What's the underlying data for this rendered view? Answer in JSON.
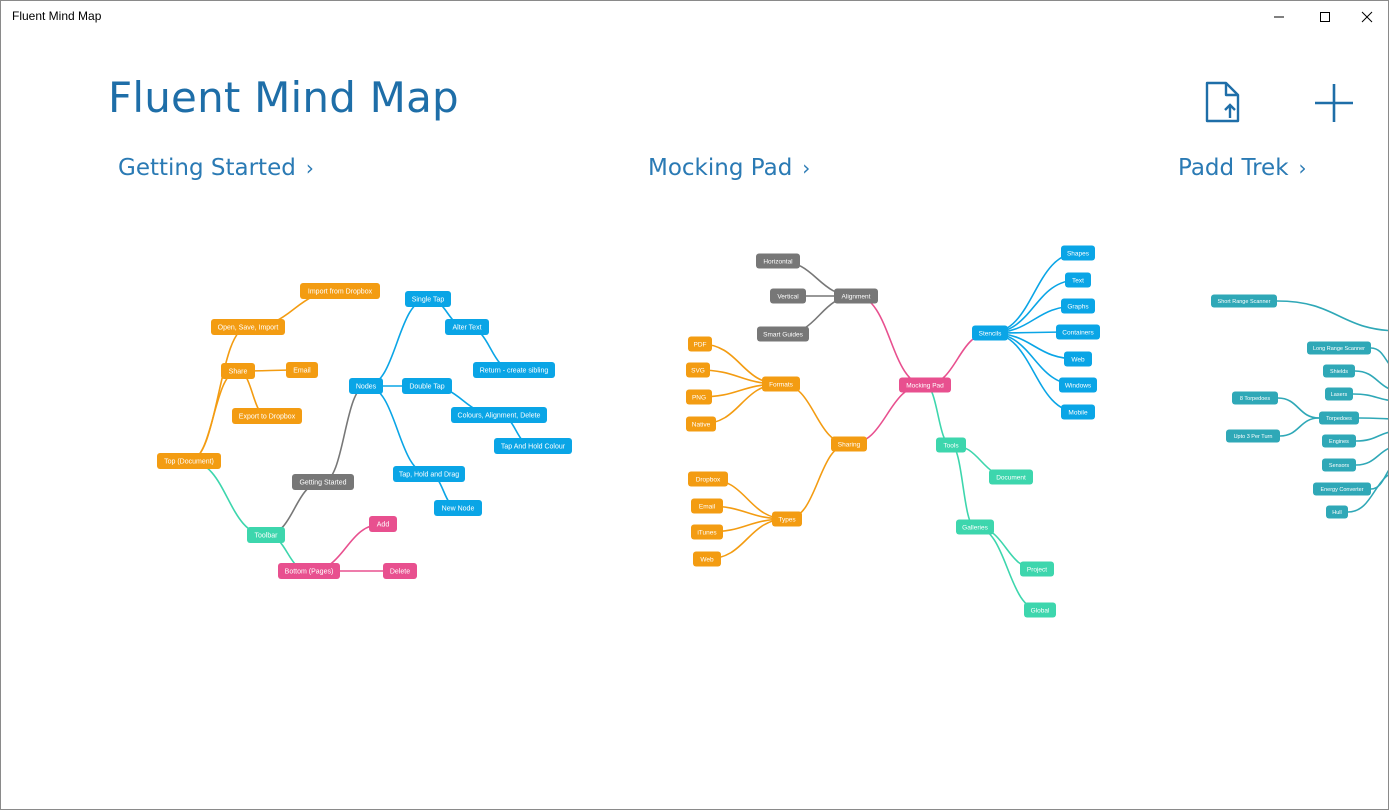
{
  "window": {
    "title": "Fluent Mind Map"
  },
  "header": {
    "title": "Fluent Mind Map"
  },
  "sections": [
    {
      "label": "Getting Started",
      "chevron": "›"
    },
    {
      "label": "Mocking Pad",
      "chevron": "›"
    },
    {
      "label": "Padd Trek",
      "chevron": "›"
    }
  ],
  "colors": {
    "orange": "#f39c12",
    "blue": "#0aa5e6",
    "gray": "#777777",
    "teal": "#3dd6ad",
    "pink": "#e8508f",
    "cyan": "#2fa8b7",
    "accent": "#1e6ea8"
  },
  "map1": {
    "nodes": [
      "Import from Dropbox",
      "Open, Save, Import",
      "Share",
      "Email",
      "Export to Dropbox",
      "Top (Document)",
      "Toolbar",
      "Getting Started",
      "Bottom (Pages)",
      "Add",
      "Delete",
      "Nodes",
      "Single Tap",
      "Alter Text",
      "Return - create sibling",
      "Double Tap",
      "Colours, Alignment, Delete",
      "Tap And Hold Colour",
      "Tap, Hold and Drag",
      "New Node"
    ]
  },
  "map2": {
    "nodes": [
      "Horizontal",
      "Vertical",
      "Smart Guides",
      "Alignment",
      "Mocking Pad",
      "PDF",
      "SVG",
      "PNG",
      "Native",
      "Formats",
      "Sharing",
      "Dropbox",
      "Email",
      "iTunes",
      "Web",
      "Types",
      "Stencils",
      "Shapes",
      "Text",
      "Graphs",
      "Containers",
      "Web",
      "Windows",
      "Mobile",
      "Tools",
      "Document",
      "Galleries",
      "Project",
      "Global"
    ]
  },
  "map3": {
    "nodes": [
      "Short Range Scanner",
      "Long Range Scanner",
      "Shields",
      "Lasers",
      "8 Torpedoes",
      "Torpedoes",
      "Upto 3 Per Turn",
      "Engines",
      "Sensors",
      "Energy Converter",
      "Hull"
    ]
  }
}
